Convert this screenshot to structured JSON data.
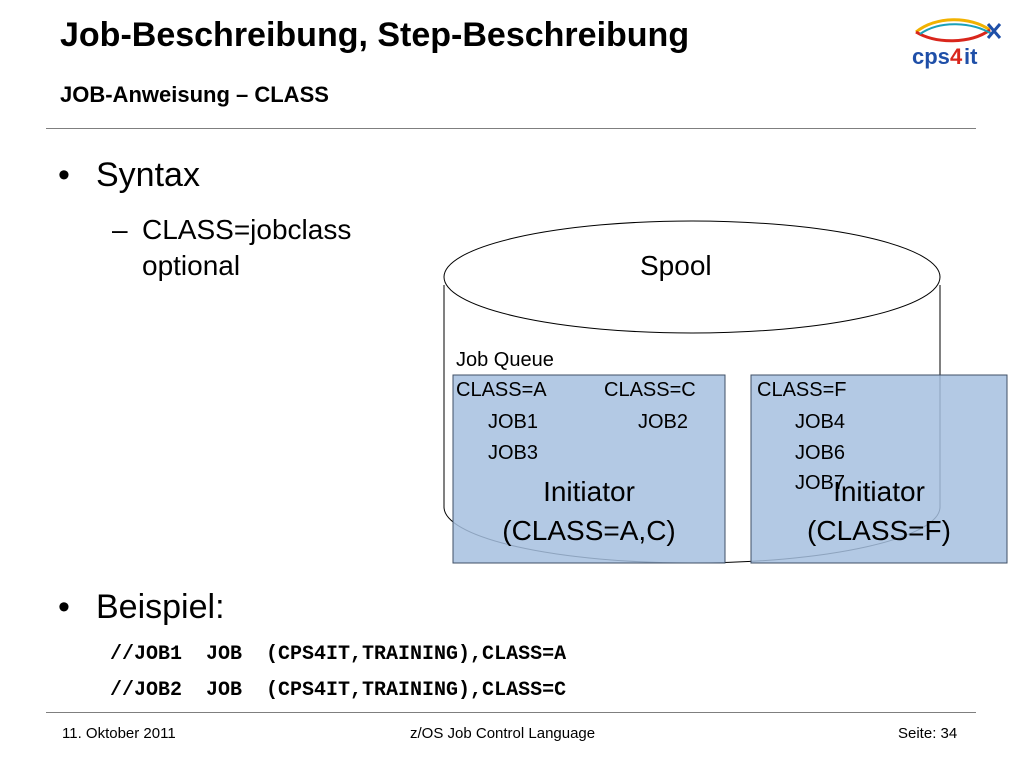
{
  "header": {
    "title": "Job-Beschreibung, Step-Beschreibung",
    "subtitle": "JOB-Anweisung – CLASS",
    "logo_text": "cps4it",
    "colors": {
      "logo_blue": "#1f4fa8",
      "logo_red": "#d9261c",
      "logo_yellow": "#f2b200",
      "logo_teal": "#1aa0b8"
    }
  },
  "body": {
    "bullet1": {
      "marker": "•",
      "text": "Syntax"
    },
    "sub1": {
      "marker": "–",
      "line1": "CLASS=jobclass",
      "line2": "optional"
    },
    "bullet2": {
      "marker": "•",
      "text": "Beispiel:"
    },
    "code": [
      "//JOB1  JOB  (CPS4IT,TRAINING),CLASS=A",
      "//JOB2  JOB  (CPS4IT,TRAINING),CLASS=C"
    ]
  },
  "diagram": {
    "spool_label": "Spool",
    "queue_label": "Job Queue",
    "classes": [
      {
        "label": "CLASS=A",
        "jobs": [
          "JOB1",
          "JOB3"
        ]
      },
      {
        "label": "CLASS=C",
        "jobs": [
          "JOB2"
        ]
      },
      {
        "label": "CLASS=F",
        "jobs": [
          "JOB4",
          "JOB6",
          "JOB7"
        ]
      }
    ],
    "initiators": [
      {
        "line1": "Initiator",
        "line2": "(CLASS=A,C)"
      },
      {
        "line1": "Initiator",
        "line2": "(CLASS=F)"
      }
    ],
    "colors": {
      "initiator_fill": "#a6bfdf",
      "initiator_stroke": "#3f4f66"
    }
  },
  "footer": {
    "date": "11. Oktober 2011",
    "center": "z/OS Job Control Language",
    "page": "Seite: 34"
  }
}
